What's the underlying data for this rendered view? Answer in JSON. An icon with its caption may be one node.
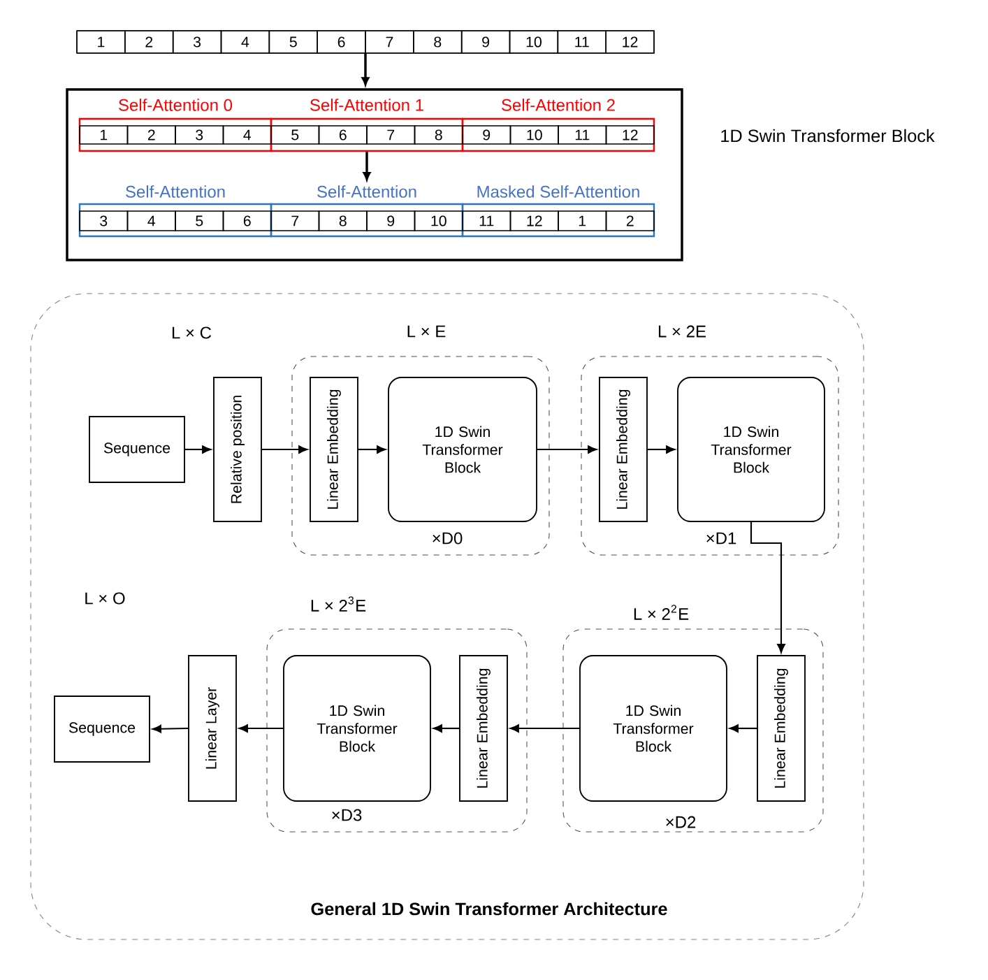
{
  "diagram": {
    "nodes": [
      {
        "text": [],
        "shape": "box"
      },
      {
        "text": [
          "1"
        ],
        "in": 0
      },
      {
        "text": [
          "2"
        ],
        "in": 0
      },
      {
        "text": [
          "3"
        ],
        "in": 0
      },
      {
        "text": [
          "4"
        ],
        "in": 0
      },
      {
        "text": [
          "5"
        ],
        "in": 0
      },
      {
        "text": [
          "6"
        ],
        "in": 0
      },
      {
        "text": [
          "7"
        ],
        "in": 0
      },
      {
        "text": [
          "8"
        ],
        "in": 0
      },
      {
        "text": [
          "9"
        ],
        "in": 0
      },
      {
        "text": [
          "10"
        ],
        "in": 0
      },
      {
        "text": [
          "11"
        ],
        "in": 0
      },
      {
        "text": [
          "12"
        ],
        "in": 0
      },
      {
        "text": [
          "1D Swin Transformer Block"
        ]
      },
      {
        "text": [
          "Self-Attention 0"
        ],
        "in": 13
      },
      {
        "text": [
          "1"
        ],
        "in": 14
      },
      {
        "text": [
          "2"
        ],
        "in": 14
      },
      {
        "text": [
          "3"
        ],
        "in": 14
      },
      {
        "text": [
          "4"
        ],
        "in": 14
      },
      {
        "text": [
          "Self-Attention 1"
        ],
        "in": 13
      },
      {
        "text": [
          "5"
        ],
        "in": 19
      },
      {
        "text": [
          "6"
        ],
        "in": 19
      },
      {
        "text": [
          "7"
        ],
        "in": 19
      },
      {
        "text": [
          "8"
        ],
        "in": 19
      },
      {
        "text": [
          "Self-Attention 2"
        ],
        "in": 13
      },
      {
        "text": [
          "9"
        ],
        "in": 24
      },
      {
        "text": [
          "10"
        ],
        "in": 24
      },
      {
        "text": [
          "11"
        ],
        "in": 24
      },
      {
        "text": [
          "12"
        ],
        "in": 24
      },
      {
        "text": [
          "Self-Attention"
        ],
        "in": 13
      },
      {
        "text": [
          "3"
        ],
        "in": 29
      },
      {
        "text": [
          "4"
        ],
        "in": 29
      },
      {
        "text": [
          "5"
        ],
        "in": 29
      },
      {
        "text": [
          "6"
        ],
        "in": 29
      },
      {
        "text": [
          "Self-Attention"
        ],
        "in": 13
      },
      {
        "text": [
          "7"
        ],
        "in": 34
      },
      {
        "text": [
          "8"
        ],
        "in": 34
      },
      {
        "text": [
          "9"
        ],
        "in": 34
      },
      {
        "text": [
          "10"
        ],
        "in": 34
      },
      {
        "text": [
          "Masked Self-Attention"
        ],
        "in": 13
      },
      {
        "text": [
          "11"
        ],
        "in": 39
      },
      {
        "text": [
          "12"
        ],
        "in": 39
      },
      {
        "text": [
          "1"
        ],
        "in": 39
      },
      {
        "text": [
          "2"
        ],
        "in": 39
      },
      {
        "text": [
          "General 1D Swin Transformer Architecture"
        ]
      },
      {
        "text": [
          "Sequence"
        ],
        "in": 44
      },
      {
        "text": [
          "Relative position"
        ],
        "in": 44
      },
      {
        "text": [
          "L × E",
          "×D0"
        ],
        "in": 44
      },
      {
        "text": [
          "Linear Embedding"
        ],
        "in": 47
      },
      {
        "text": [
          "1D Swin Transformer Block"
        ],
        "in": 47
      },
      {
        "text": [
          "L × 2E",
          "×D1"
        ],
        "in": 44
      },
      {
        "text": [
          "Linear Embedding"
        ],
        "in": 50
      },
      {
        "text": [
          "1D Swin Transformer Block"
        ],
        "in": 50
      },
      {
        "text": [
          "Sequence"
        ],
        "in": 44
      },
      {
        "text": [
          "Linear Layer"
        ],
        "in": 44
      },
      {
        "text": [
          "L × 2$^{3}$E",
          "×D3"
        ],
        "in": 44
      },
      {
        "text": [
          "1D Swin Transformer Block"
        ],
        "in": 55
      },
      {
        "text": [
          "Linear Embedding"
        ],
        "in": 55
      },
      {
        "text": [
          "L × 2$^{2}$E",
          "×D2"
        ],
        "in": 44
      },
      {
        "text": [
          "1D Swin Transformer Block"
        ],
        "in": 58
      },
      {
        "text": [
          "Linear Embedding"
        ],
        "in": 58
      }
    ],
    "edges": [
      {
        "from": 0,
        "to": 13,
        "arrow": "to"
      },
      {
        "from": 19,
        "to": 34,
        "arrow": "to"
      },
      {
        "from": 45,
        "to": 46,
        "arrow": "to"
      },
      {
        "from": 46,
        "to": 48,
        "arrow": "to"
      },
      {
        "from": 48,
        "to": 49,
        "arrow": "to"
      },
      {
        "from": 49,
        "to": 51,
        "arrow": "to"
      },
      {
        "from": 51,
        "to": 52,
        "arrow": "to"
      },
      {
        "from": 52,
        "to": 60,
        "arrow": "to"
      },
      {
        "from": 60,
        "to": 59,
        "arrow": "to"
      },
      {
        "from": 59,
        "to": 57,
        "arrow": "to"
      },
      {
        "from": 57,
        "to": 56,
        "arrow": "to"
      },
      {
        "from": 56,
        "to": 54,
        "arrow": "to"
      },
      {
        "from": 54,
        "to": 53,
        "arrow": "to"
      }
    ],
    "labels": [
      "L × C",
      "L × O"
    ]
  }
}
